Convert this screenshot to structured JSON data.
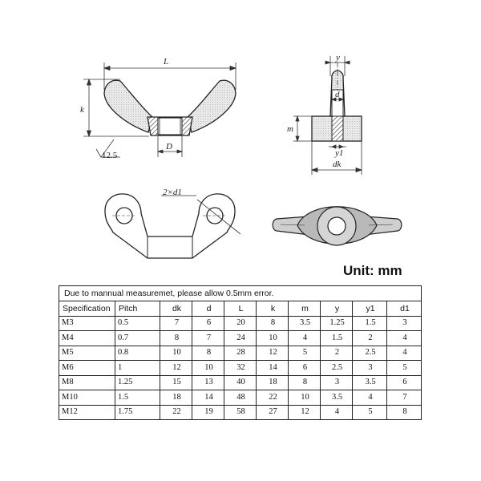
{
  "drawing": {
    "labels": {
      "L": "L",
      "k": "k",
      "D": "D",
      "roughness": "12.5",
      "y": "y",
      "d": "d",
      "m": "m",
      "y1": "y1",
      "dk": "dk",
      "holes": "2×d1"
    },
    "unit_label": "Unit: mm"
  },
  "table": {
    "note": "Due to mannual measuremet, please allow 0.5mm error.",
    "headers": [
      "Specification",
      "Pitch",
      "dk",
      "d",
      "L",
      "k",
      "m",
      "y",
      "y1",
      "d1"
    ],
    "rows": [
      [
        "M3",
        "0.5",
        "7",
        "6",
        "20",
        "8",
        "3.5",
        "1.25",
        "1.5",
        "3"
      ],
      [
        "M4",
        "0.7",
        "8",
        "7",
        "24",
        "10",
        "4",
        "1.5",
        "2",
        "4"
      ],
      [
        "M5",
        "0.8",
        "10",
        "8",
        "28",
        "12",
        "5",
        "2",
        "2.5",
        "4"
      ],
      [
        "M6",
        "1",
        "12",
        "10",
        "32",
        "14",
        "6",
        "2.5",
        "3",
        "5"
      ],
      [
        "M8",
        "1.25",
        "15",
        "13",
        "40",
        "18",
        "8",
        "3",
        "3.5",
        "6"
      ],
      [
        "M10",
        "1.5",
        "18",
        "14",
        "48",
        "22",
        "10",
        "3.5",
        "4",
        "7"
      ],
      [
        "M12",
        "1.75",
        "22",
        "19",
        "58",
        "27",
        "12",
        "4",
        "5",
        "8"
      ]
    ]
  }
}
